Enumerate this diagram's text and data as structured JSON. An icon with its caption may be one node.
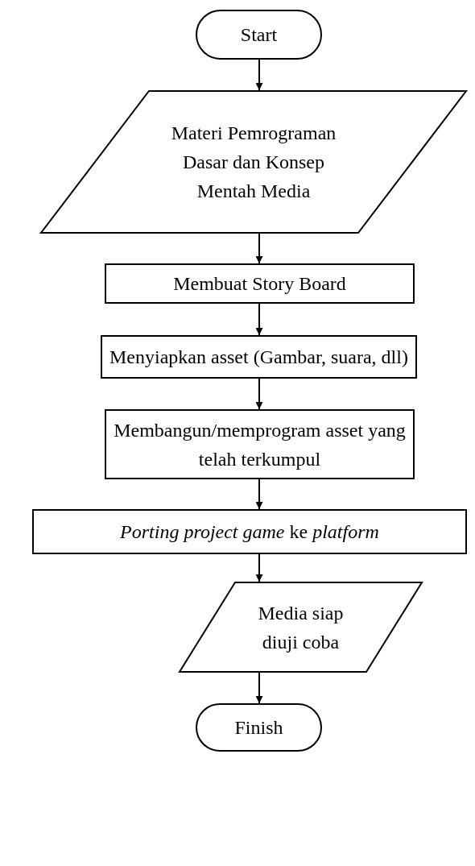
{
  "diagram": {
    "nodes": [
      {
        "text": [
          "Start"
        ]
      },
      {
        "text": [
          "Materi Pemrograman Dasar dan Konsep Mentah Media"
        ]
      },
      {
        "text": [
          "Membuat Story Board"
        ]
      },
      {
        "text": [
          "Menyiapkan asset (Gambar, suara, dll)"
        ]
      },
      {
        "text": [
          "Membangun/memprogram asset yang telah terkumpul"
        ]
      },
      {
        "text": [
          "*Porting project game* ke *platform*"
        ]
      },
      {
        "text": [
          "Media siap diuji coba"
        ]
      },
      {
        "text": [
          "Finish"
        ]
      }
    ],
    "edges": [
      {
        "from": 0,
        "to": 1,
        "arrow": "to"
      },
      {
        "from": 1,
        "to": 2,
        "arrow": "to"
      },
      {
        "from": 2,
        "to": 3,
        "arrow": "to"
      },
      {
        "from": 3,
        "to": 4,
        "arrow": "to"
      },
      {
        "from": 4,
        "to": 5,
        "arrow": "to"
      },
      {
        "from": 5,
        "to": 6,
        "arrow": "to"
      },
      {
        "from": 6,
        "to": 7,
        "arrow": "to"
      }
    ]
  }
}
